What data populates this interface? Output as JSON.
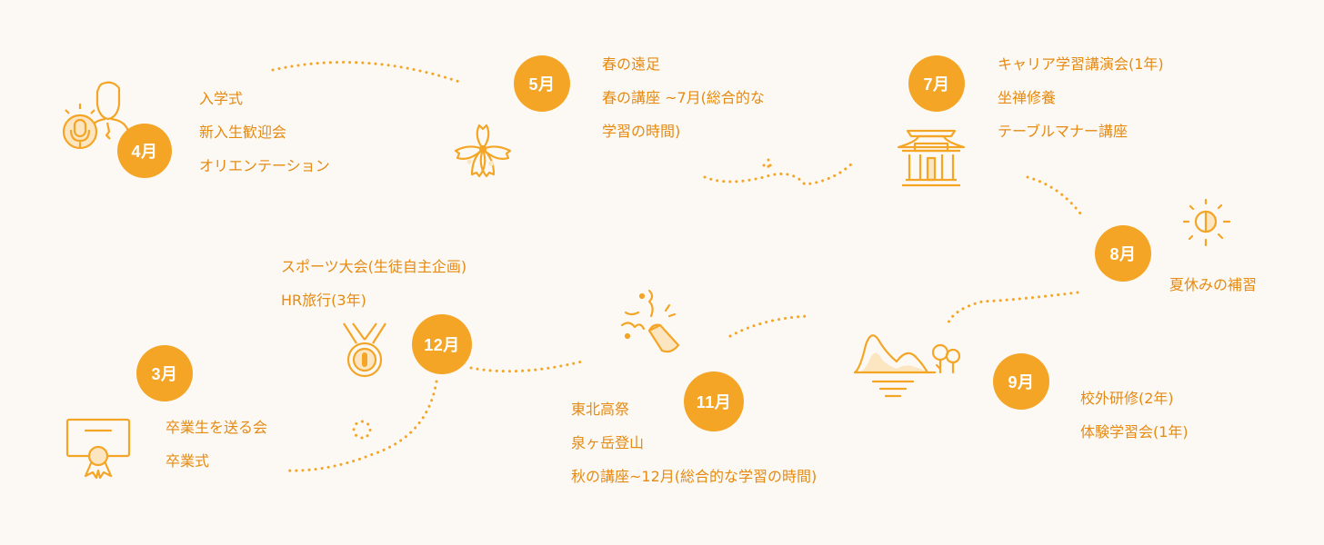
{
  "accent_color": "#f4a526",
  "text_color": "#e58a12",
  "months": [
    {
      "key": "apr",
      "label": "4月",
      "icon": "microphone-person-icon",
      "events": [
        "入学式",
        "新入生歓迎会",
        "オリエンテーション"
      ]
    },
    {
      "key": "may",
      "label": "5月",
      "icon": "cherry-blossom-icon",
      "events": [
        "春の遠足",
        "春の講座 ~7月(総合的な",
        "学習の時間)"
      ]
    },
    {
      "key": "jul",
      "label": "7月",
      "icon": "temple-icon",
      "events": [
        "キャリア学習講演会(1年)",
        "坐禅修養",
        "テーブルマナー講座"
      ]
    },
    {
      "key": "aug",
      "label": "8月",
      "icon": "sun-icon",
      "events": [
        "夏休みの補習"
      ]
    },
    {
      "key": "sep",
      "label": "9月",
      "icon": "mountain-landscape-icon",
      "events": [
        "校外研修(2年)",
        "体験学習会(1年)"
      ]
    },
    {
      "key": "nov",
      "label": "11月",
      "icon": "party-popper-icon",
      "events": [
        "東北高祭",
        "泉ヶ岳登山",
        "秋の講座~12月(総合的な学習の時間)"
      ]
    },
    {
      "key": "dec",
      "label": "12月",
      "icon": "medal-icon",
      "events": [
        "スポーツ大会(生徒自主企画)",
        "HR旅行(3年)"
      ]
    },
    {
      "key": "mar",
      "label": "3月",
      "icon": "certificate-icon",
      "events": [
        "卒業生を送る会",
        "卒業式"
      ]
    }
  ]
}
